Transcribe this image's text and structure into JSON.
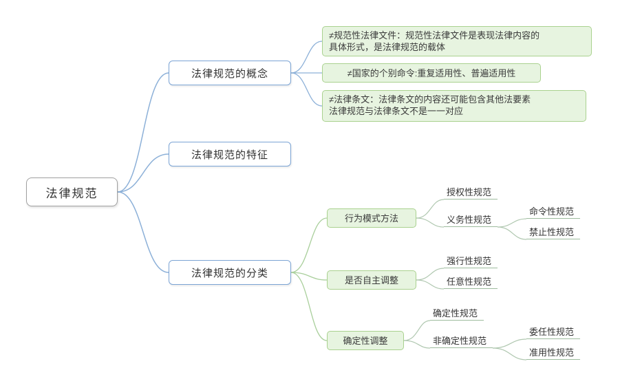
{
  "root": {
    "label": "法律规范"
  },
  "branches": [
    {
      "label": "法律规范的概念",
      "children": [
        {
          "label": "≠规范性法律文件：规范性法律文件是表现法律内容的\n具体形式，是法律规范的载体"
        },
        {
          "label": "≠国家的个别命令:重复适用性、普遍适用性"
        },
        {
          "label": "≠法律条文：法律条文的内容还可能包含其他法要素\n法律规范与法律条文不是一一对应"
        }
      ]
    },
    {
      "label": "法律规范的特征",
      "children": []
    },
    {
      "label": "法律规范的分类",
      "children": [
        {
          "label": "行为模式方法",
          "children": [
            {
              "label": "授权性规范"
            },
            {
              "label": "义务性规范",
              "children": [
                {
                  "label": "命令性规范"
                },
                {
                  "label": "禁止性规范"
                }
              ]
            }
          ]
        },
        {
          "label": "是否自主调整",
          "children": [
            {
              "label": "强行性规范"
            },
            {
              "label": "任意性规范"
            }
          ]
        },
        {
          "label": "确定性调整",
          "children": [
            {
              "label": "确定性规范"
            },
            {
              "label": "非确定性规范",
              "children": [
                {
                  "label": "委任性规范"
                },
                {
                  "label": "准用性规范"
                }
              ]
            }
          ]
        }
      ]
    }
  ],
  "colors": {
    "branch_line_blue": "#8cb0d8",
    "branch_line_green": "#a9cf9b",
    "leaf_line_green": "#afc7af",
    "blue_node_border": "#7aa3d4",
    "green_node_bg": "#e7f4e0",
    "green_node_border": "#a9d18e",
    "root_border": "#a0a0a0",
    "text": "#333333"
  }
}
